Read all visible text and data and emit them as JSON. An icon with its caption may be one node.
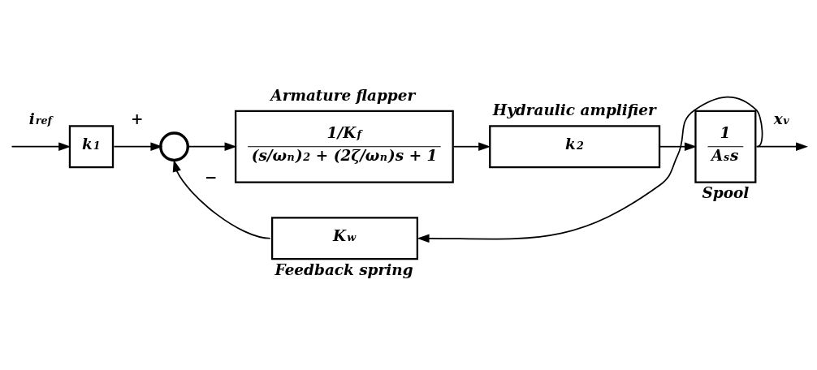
{
  "diagram": {
    "nodes": [
      {
        "text": [
          "k$_{1}$"
        ]
      },
      {
        "text": [],
        "shape": "circle"
      },
      {
        "text": [
          "Armature flapper",
          "1/K$_{f}$",
          "(s/ω$_{n}$)$^{2}$ + (2ζ/ω$_{n}$)s + 1"
        ]
      },
      {
        "text": [
          "Hydraulic amplifier",
          "k$_{2}$"
        ]
      },
      {
        "text": [
          "1",
          "A$_{s}$s",
          "Spool"
        ]
      },
      {
        "text": [
          "K$_{w}$",
          "Feedback spring"
        ]
      }
    ],
    "edges": [
      {
        "from": null,
        "to": 0,
        "arrow": "to",
        "label": "i$_{ref}$"
      },
      {
        "from": 0,
        "to": 1,
        "arrow": "to",
        "label": "+"
      },
      {
        "from": 1,
        "to": 2,
        "arrow": "to"
      },
      {
        "from": 2,
        "to": 3,
        "arrow": "to"
      },
      {
        "from": 3,
        "to": 4,
        "arrow": "to"
      },
      {
        "from": 4,
        "to": null,
        "arrow": "to",
        "label": "x$_{v}$"
      },
      {
        "from": 4,
        "to": 5,
        "arrow": "to"
      },
      {
        "from": 5,
        "to": 1,
        "arrow": "to",
        "label": "−"
      }
    ]
  }
}
